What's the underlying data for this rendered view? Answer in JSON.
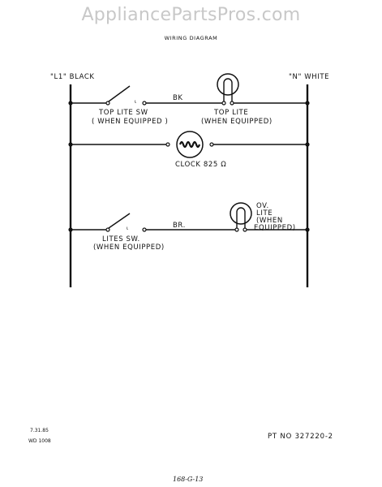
{
  "watermark": "AppliancePartsPros.com",
  "title": "WIRING DIAGRAM",
  "rails": {
    "left": "\"L1\" BLACK",
    "right": "\"N\" WHITE"
  },
  "circuits": {
    "top_lite": {
      "switch_label": "TOP LITE  SW",
      "switch_note": "( WHEN EQUIPPED )",
      "wire_color": "BK",
      "lamp_label": "TOP LITE",
      "lamp_note": "(WHEN EQUIPPED)"
    },
    "clock": {
      "label": "CLOCK 825 Ω"
    },
    "oven_lite": {
      "switch_label": "LITES  SW.",
      "switch_note": "(WHEN EQUIPPED)",
      "wire_color": "BR.",
      "lamp_lines": [
        "OV.",
        "LITE",
        "(WHEN",
        "EQUIPPED)"
      ]
    }
  },
  "footer": {
    "date": "7.31.85",
    "drawing_no": "WD 1008",
    "part_no": "PT NO  327220-2",
    "handwritten": "168-G-13"
  }
}
